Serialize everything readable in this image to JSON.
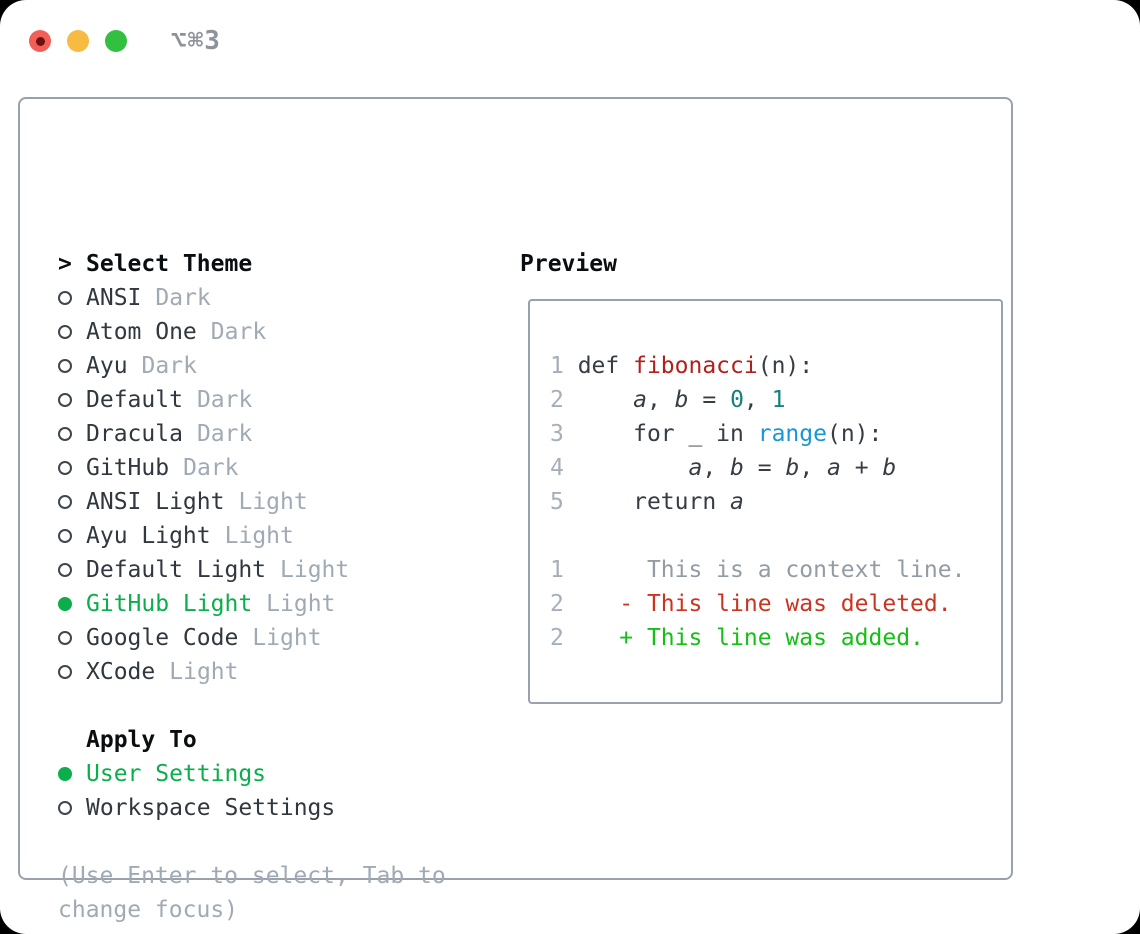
{
  "window": {
    "title": "⌥⌘3",
    "background": "#ffffff",
    "panel_border_color": "#99a2ac"
  },
  "traffic_lights": {
    "close_color": "#f25f58",
    "close_dot_color": "#6b1210",
    "minimize_color": "#f6bb40",
    "zoom_color": "#33bf3f"
  },
  "theme_panel": {
    "header_prefix": ">",
    "header": "Select Theme",
    "selected_color": "#0bae4a",
    "tag_color": "#a0aab4",
    "items": [
      {
        "name": "ANSI",
        "tag": "Dark",
        "selected": false
      },
      {
        "name": "Atom One",
        "tag": "Dark",
        "selected": false
      },
      {
        "name": "Ayu",
        "tag": "Dark",
        "selected": false
      },
      {
        "name": "Default",
        "tag": "Dark",
        "selected": false
      },
      {
        "name": "Dracula",
        "tag": "Dark",
        "selected": false
      },
      {
        "name": "GitHub",
        "tag": "Dark",
        "selected": false
      },
      {
        "name": "ANSI Light",
        "tag": "Light",
        "selected": false
      },
      {
        "name": "Ayu Light",
        "tag": "Light",
        "selected": false
      },
      {
        "name": "Default Light",
        "tag": "Light",
        "selected": false
      },
      {
        "name": "GitHub Light",
        "tag": "Light",
        "selected": true
      },
      {
        "name": "Google Code",
        "tag": "Light",
        "selected": false
      },
      {
        "name": "XCode",
        "tag": "Light",
        "selected": false
      }
    ],
    "apply_to": {
      "header": "Apply To",
      "options": [
        {
          "label": "User Settings",
          "selected": true
        },
        {
          "label": "Workspace Settings",
          "selected": false
        }
      ]
    },
    "hint": "(Use Enter to select, Tab to change focus)"
  },
  "preview": {
    "header": "Preview",
    "colors": {
      "line_number": "#a6afb9",
      "code_default": "#373d44",
      "function_name": "#b0211d",
      "builtin": "#1b96d3",
      "number_literal": "#15837c",
      "context_line": "#939ca5",
      "deleted_line": "#cb3420",
      "added_line": "#16bf16"
    },
    "lines": [
      {
        "segments": [
          {
            "t": "1 ",
            "c": "ln"
          },
          {
            "t": "def ",
            "c": "code"
          },
          {
            "t": "fibonacci",
            "c": "func"
          },
          {
            "t": "(n):",
            "c": "code"
          }
        ]
      },
      {
        "segments": [
          {
            "t": "2 ",
            "c": "ln"
          },
          {
            "t": "    ",
            "c": "code"
          },
          {
            "t": "a",
            "c": "var"
          },
          {
            "t": ", ",
            "c": "code"
          },
          {
            "t": "b",
            "c": "var"
          },
          {
            "t": " = ",
            "c": "code"
          },
          {
            "t": "0",
            "c": "numlit"
          },
          {
            "t": ", ",
            "c": "code"
          },
          {
            "t": "1",
            "c": "numlit"
          }
        ]
      },
      {
        "segments": [
          {
            "t": "3 ",
            "c": "ln"
          },
          {
            "t": "    for _ in ",
            "c": "code"
          },
          {
            "t": "range",
            "c": "builtin"
          },
          {
            "t": "(n):",
            "c": "code"
          }
        ]
      },
      {
        "segments": [
          {
            "t": "4 ",
            "c": "ln"
          },
          {
            "t": "        ",
            "c": "code"
          },
          {
            "t": "a",
            "c": "var"
          },
          {
            "t": ", ",
            "c": "code"
          },
          {
            "t": "b",
            "c": "var"
          },
          {
            "t": " = ",
            "c": "code"
          },
          {
            "t": "b",
            "c": "var"
          },
          {
            "t": ", ",
            "c": "code"
          },
          {
            "t": "a",
            "c": "var"
          },
          {
            "t": " + ",
            "c": "code"
          },
          {
            "t": "b",
            "c": "var"
          }
        ]
      },
      {
        "segments": [
          {
            "t": "5 ",
            "c": "ln"
          },
          {
            "t": "    return ",
            "c": "code"
          },
          {
            "t": "a",
            "c": "var"
          }
        ]
      },
      {
        "segments": []
      },
      {
        "segments": [
          {
            "t": "1 ",
            "c": "ln"
          },
          {
            "t": "     This is a context line.",
            "c": "ctx"
          }
        ]
      },
      {
        "segments": [
          {
            "t": "2 ",
            "c": "ln"
          },
          {
            "t": "   ",
            "c": "code"
          },
          {
            "t": "- This line was deleted.",
            "c": "del"
          }
        ]
      },
      {
        "segments": [
          {
            "t": "2 ",
            "c": "ln"
          },
          {
            "t": "   ",
            "c": "code"
          },
          {
            "t": "+ This line was added.",
            "c": "add"
          }
        ]
      }
    ]
  }
}
